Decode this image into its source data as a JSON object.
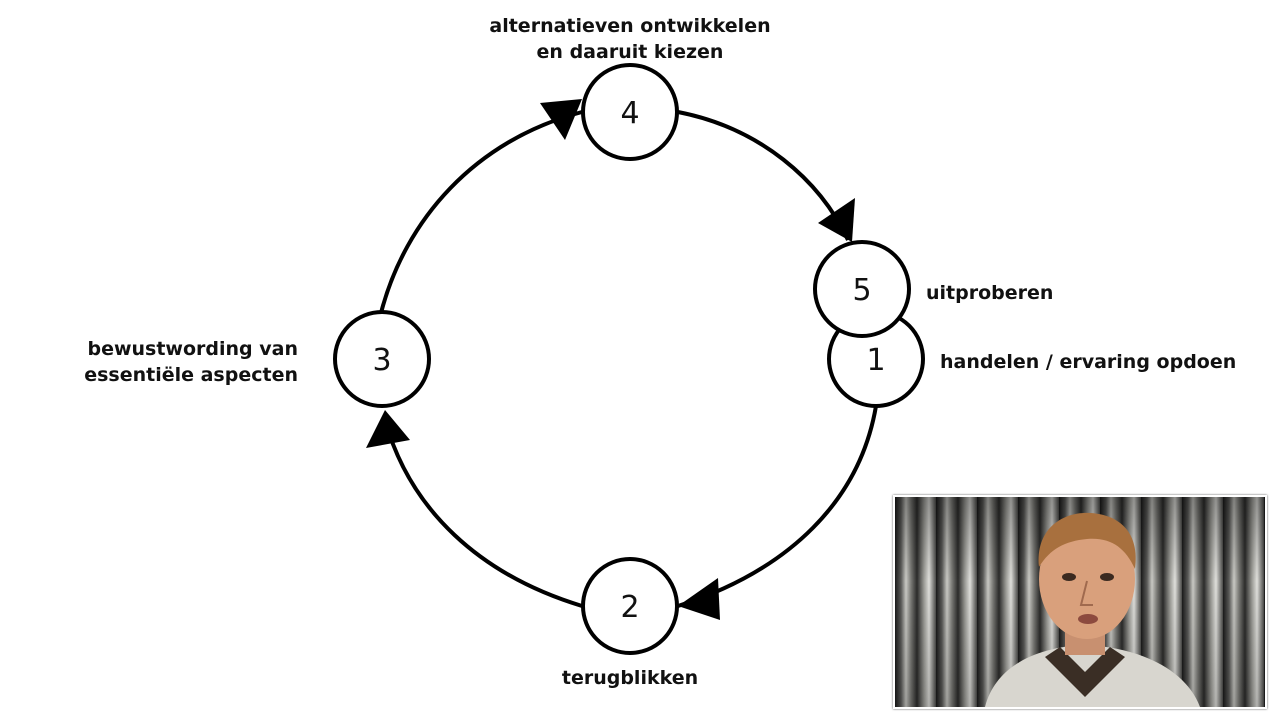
{
  "nodes": [
    {
      "number": "4",
      "label_lines": [
        "alternatieven ontwikkelen",
        "en daaruit kiezen"
      ]
    },
    {
      "number": "5",
      "label_lines": [
        "uitproberen"
      ]
    },
    {
      "number": "1",
      "label_lines": [
        "handelen / ervaring opdoen"
      ]
    },
    {
      "number": "2",
      "label_lines": [
        "terugblikken"
      ]
    },
    {
      "number": "3",
      "label_lines": [
        "bewustwording van",
        "essentiële aspecten"
      ]
    }
  ],
  "video": {
    "description_icon": "presenter-video-icon"
  }
}
